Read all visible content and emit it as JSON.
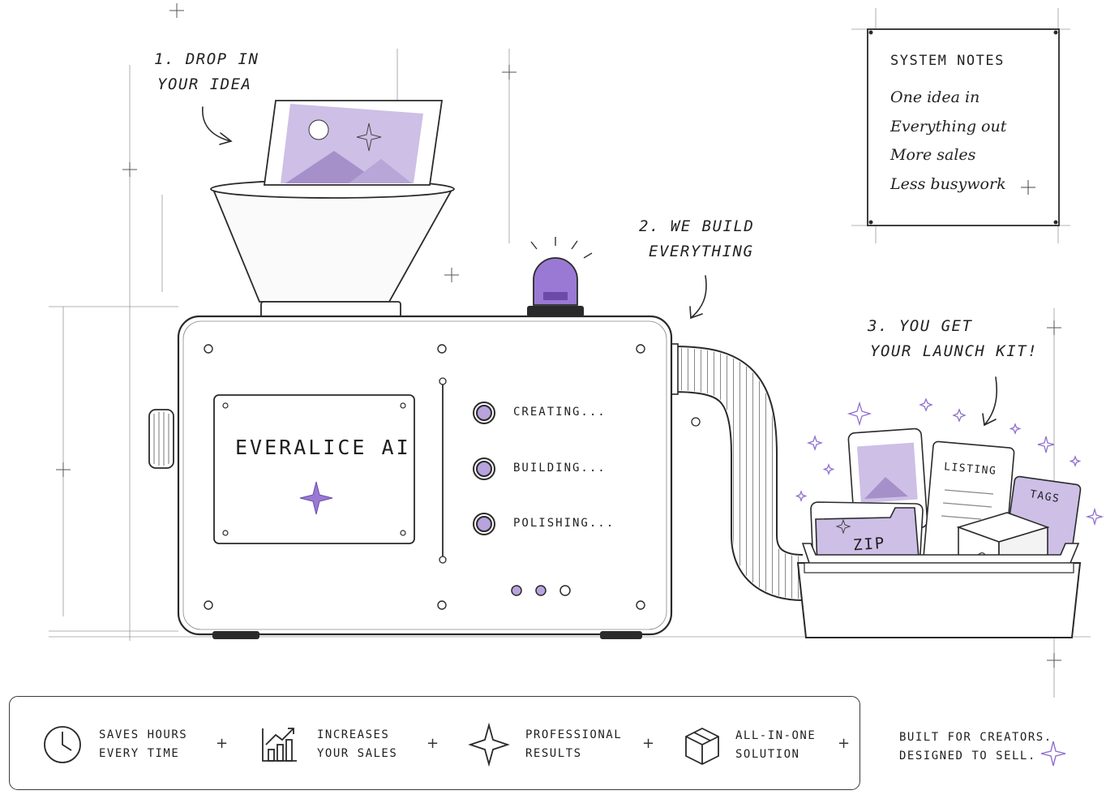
{
  "steps": {
    "drop": {
      "line1": "1. DROP IN",
      "line2": "YOUR IDEA"
    },
    "build": {
      "line1": "2. WE BUILD",
      "line2": "EVERYTHING"
    },
    "get": {
      "line1": "3. YOU GET",
      "line2": "YOUR LAUNCH KIT!"
    }
  },
  "notes": {
    "title": "SYSTEM NOTES",
    "lines": [
      "One idea in",
      "Everything out",
      "More sales",
      "Less busywork"
    ]
  },
  "machine": {
    "brand": "EVERALICE AI",
    "statuses": [
      "CREATING...",
      "BUILDING...",
      "POLISHING..."
    ]
  },
  "kit": {
    "zip_label": "ZIP",
    "listing_label": "LISTING",
    "tags_label": "TAGS"
  },
  "features": [
    {
      "icon": "clock-icon",
      "line1": "SAVES HOURS",
      "line2": "EVERY TIME"
    },
    {
      "icon": "chart-icon",
      "line1": "INCREASES",
      "line2": "YOUR SALES"
    },
    {
      "icon": "sparkle-icon",
      "line1": "PROFESSIONAL",
      "line2": "RESULTS"
    },
    {
      "icon": "box-icon",
      "line1": "ALL-IN-ONE",
      "line2": "SOLUTION"
    }
  ],
  "tagline": {
    "line1": "BUILT FOR CREATORS.",
    "line2": "DESIGNED TO SELL."
  },
  "colors": {
    "accent": "#b9a3dd",
    "accent_dark": "#7c5cb8",
    "ink": "#2a2a2a"
  }
}
